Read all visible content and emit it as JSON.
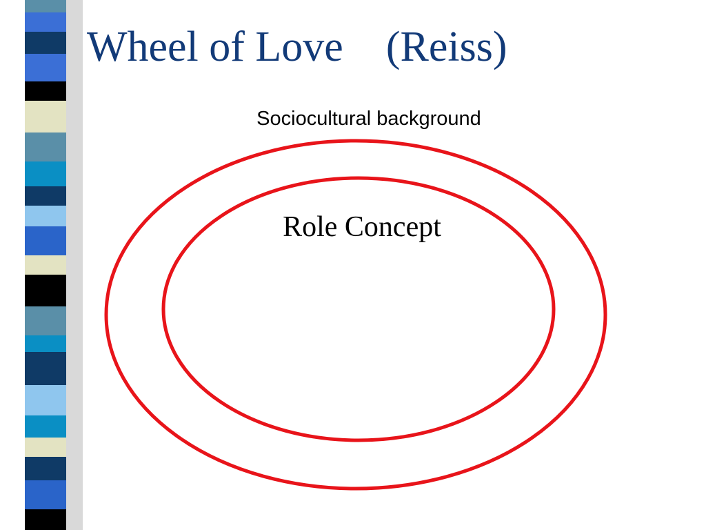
{
  "slide": {
    "title": "Wheel of Love    (Reiss)",
    "outer_circle_label": "Sociocultural background",
    "inner_circle_label": "Role Concept"
  },
  "colors": {
    "title": "#123a78",
    "ellipse_stroke": "#e8141a",
    "stripe_palette": [
      "#0f3a66",
      "#5a8fa8",
      "#3b6fd6",
      "#000000",
      "#e3e3c2",
      "#0a8fc4",
      "#8fc6ee",
      "#2a64c9"
    ]
  }
}
